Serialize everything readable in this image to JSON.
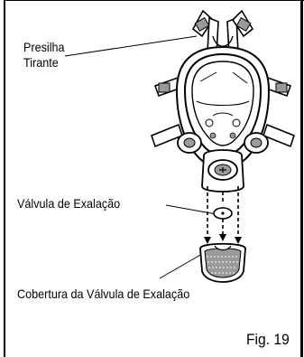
{
  "labels": {
    "clip": "Presilha",
    "strap": "Tirante",
    "exhalation_valve": "Válvula de Exalação",
    "exhalation_valve_cover": "Cobertura da Válvula de Exalação"
  },
  "figure": {
    "caption": "Fig. 19"
  },
  "colors": {
    "ink": "#000000",
    "shade": "#9a9a9a",
    "background": "#ffffff"
  }
}
